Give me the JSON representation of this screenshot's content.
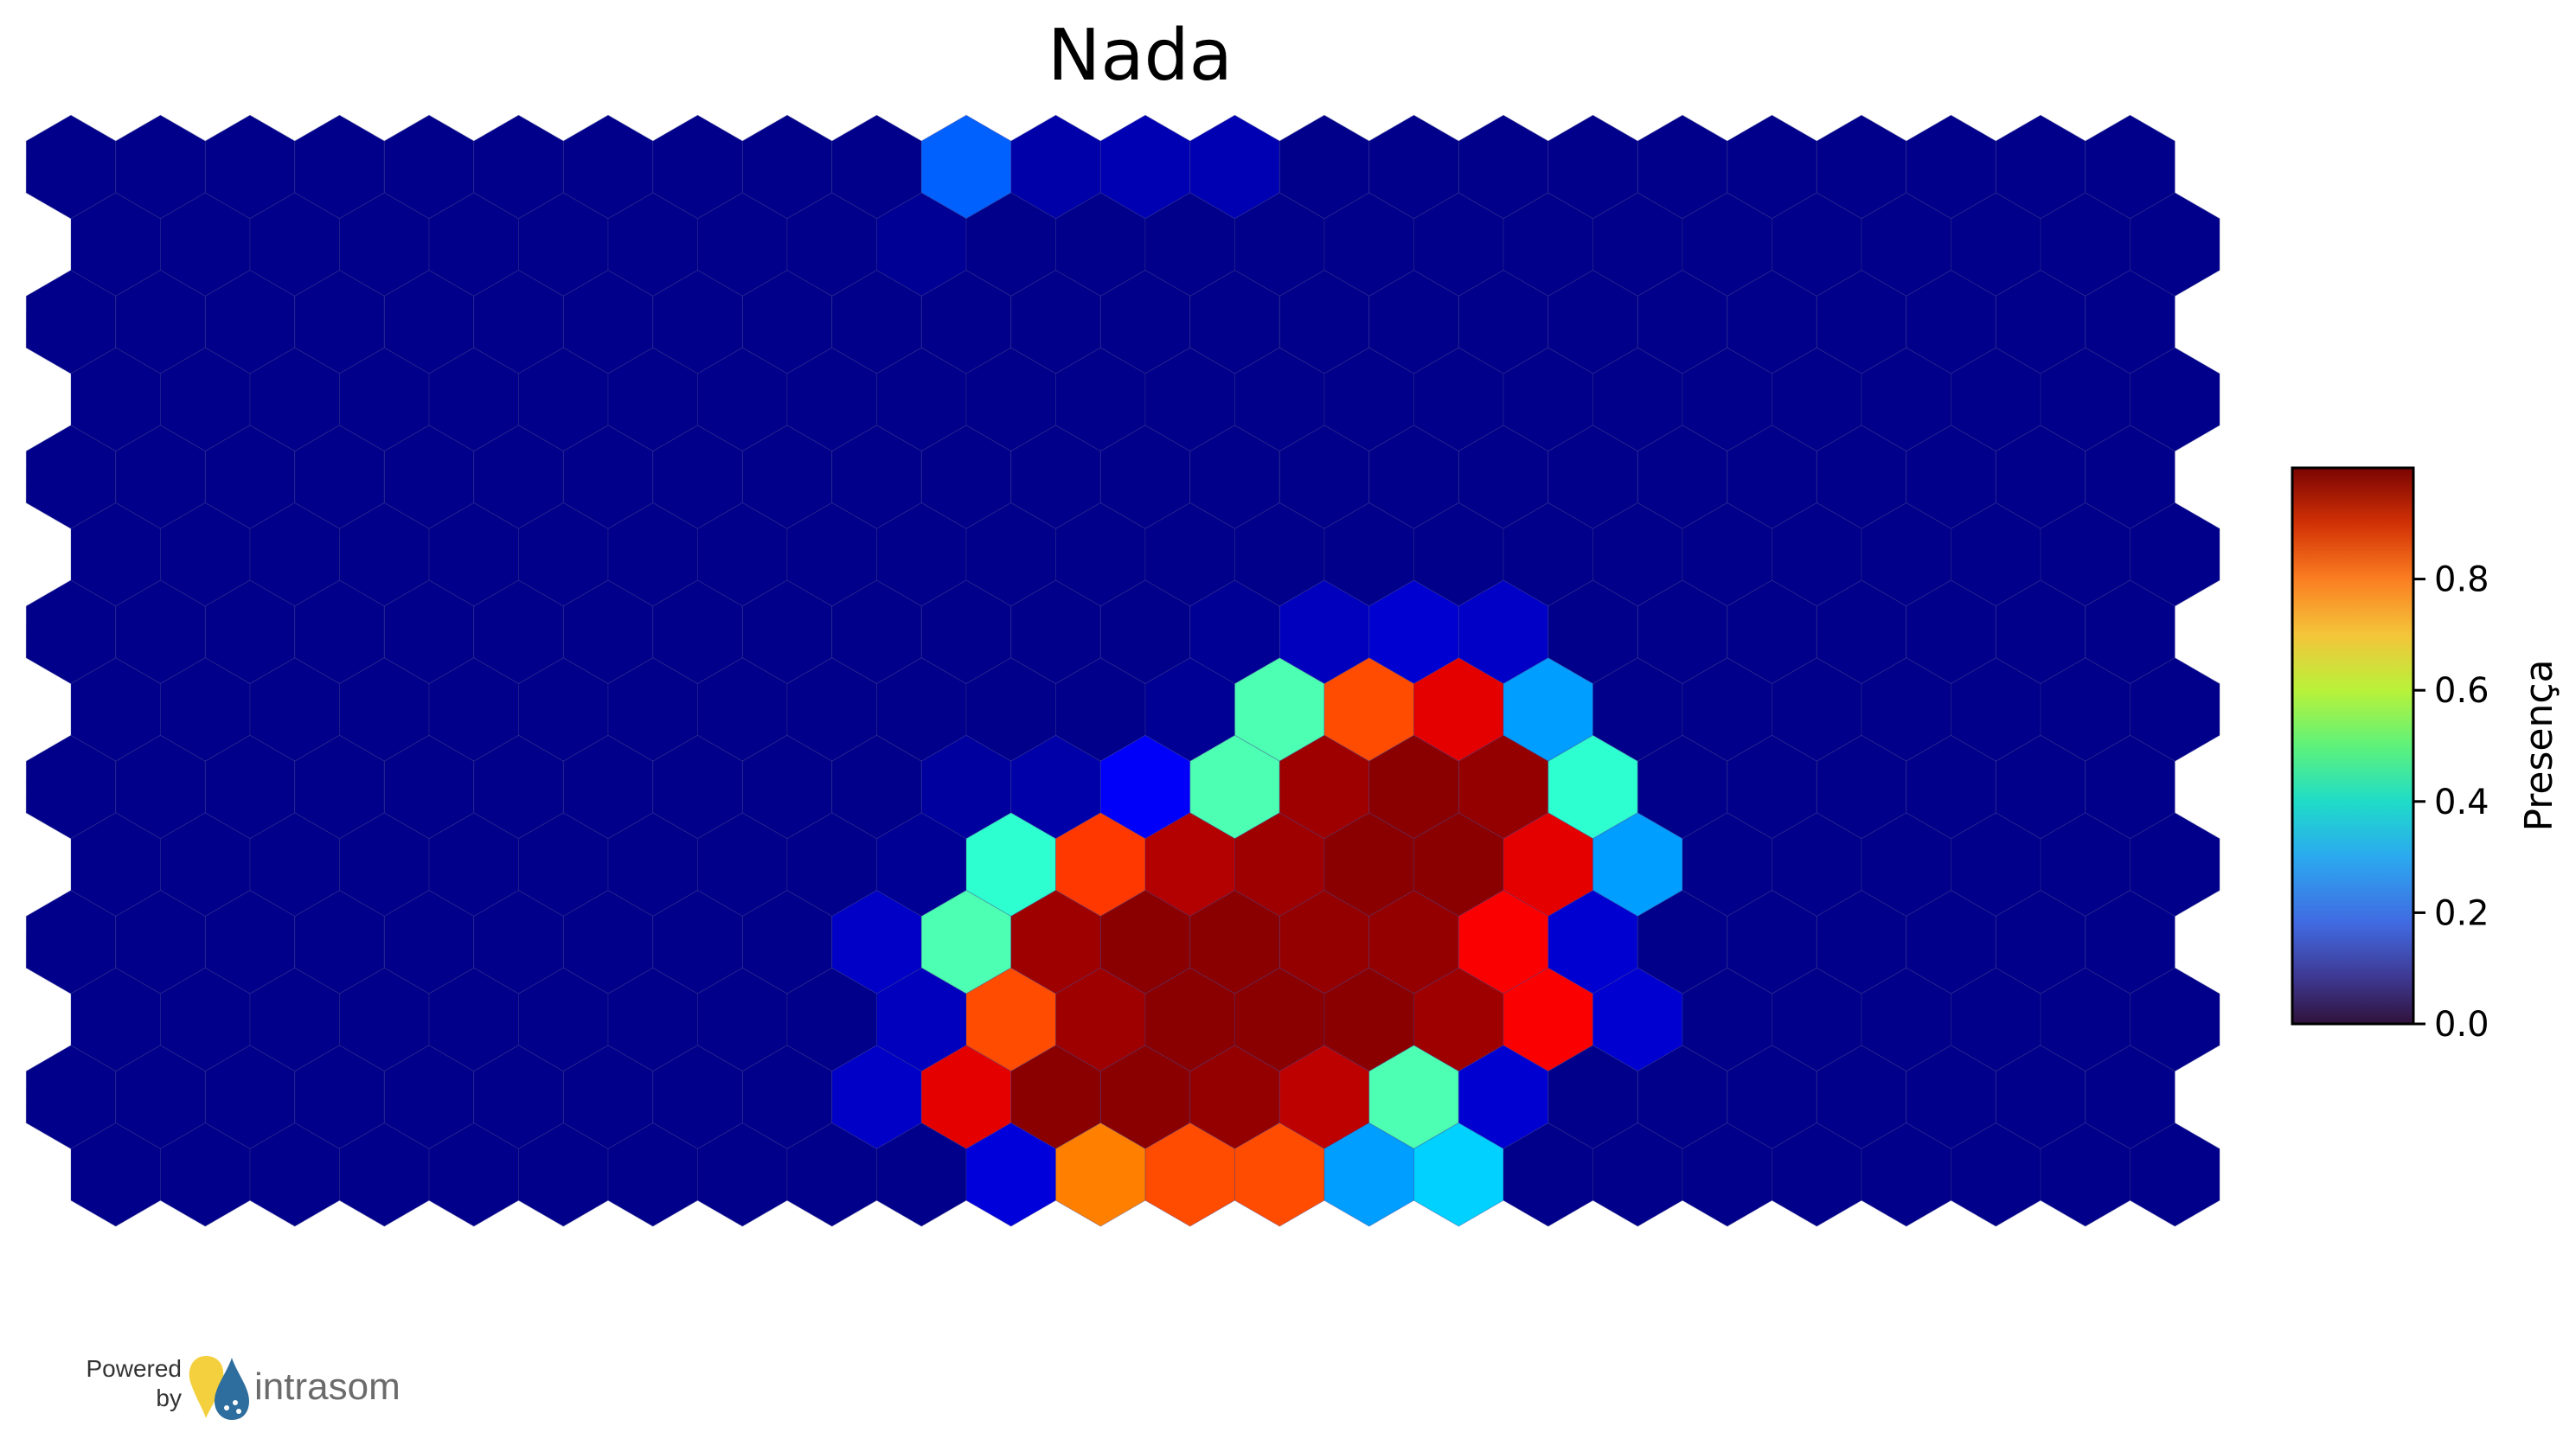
{
  "chart_data": {
    "type": "heatmap",
    "subtype": "hexagonal-som",
    "title": "Nada",
    "rows": 14,
    "cols": 24,
    "colormap": "jet",
    "clim": [
      0,
      1
    ],
    "colorbar": {
      "label": "Presença",
      "ticks": [
        "0.0",
        "0.2",
        "0.4",
        "0.6",
        "0.8"
      ],
      "tick_values": [
        0,
        0.2,
        0.4,
        0.6,
        0.8
      ],
      "position": "right"
    },
    "values": [
      [
        0.01,
        0.01,
        0.01,
        0.01,
        0.01,
        0.01,
        0.01,
        0.01,
        0.01,
        0.01,
        0.22,
        0.04,
        0.05,
        0.05,
        0.01,
        0.01,
        0.01,
        0.01,
        0.01,
        0.01,
        0.01,
        0.01,
        0.01,
        0.01
      ],
      [
        0.01,
        0.01,
        0.01,
        0.01,
        0.01,
        0.01,
        0.01,
        0.01,
        0.01,
        0.02,
        0.01,
        0.01,
        0.01,
        0.01,
        0.01,
        0.01,
        0.01,
        0.01,
        0.01,
        0.01,
        0.01,
        0.01,
        0.01,
        0.01
      ],
      [
        0.01,
        0.01,
        0.01,
        0.01,
        0.01,
        0.01,
        0.01,
        0.01,
        0.01,
        0.01,
        0.01,
        0.01,
        0.01,
        0.01,
        0.01,
        0.01,
        0.01,
        0.01,
        0.01,
        0.01,
        0.01,
        0.01,
        0.01,
        0.01
      ],
      [
        0.01,
        0.01,
        0.01,
        0.01,
        0.01,
        0.01,
        0.01,
        0.01,
        0.01,
        0.01,
        0.01,
        0.01,
        0.01,
        0.01,
        0.01,
        0.01,
        0.01,
        0.01,
        0.01,
        0.01,
        0.01,
        0.01,
        0.01,
        0.01
      ],
      [
        0.01,
        0.01,
        0.01,
        0.01,
        0.01,
        0.01,
        0.01,
        0.01,
        0.01,
        0.01,
        0.01,
        0.01,
        0.01,
        0.01,
        0.01,
        0.01,
        0.01,
        0.01,
        0.01,
        0.01,
        0.01,
        0.01,
        0.01,
        0.01
      ],
      [
        0.01,
        0.01,
        0.01,
        0.01,
        0.01,
        0.01,
        0.01,
        0.01,
        0.01,
        0.01,
        0.01,
        0.01,
        0.01,
        0.01,
        0.01,
        0.01,
        0.01,
        0.01,
        0.01,
        0.01,
        0.01,
        0.01,
        0.01,
        0.01
      ],
      [
        0.01,
        0.01,
        0.01,
        0.01,
        0.01,
        0.01,
        0.01,
        0.01,
        0.01,
        0.01,
        0.01,
        0.01,
        0.01,
        0.02,
        0.06,
        0.08,
        0.07,
        0.01,
        0.01,
        0.01,
        0.01,
        0.01,
        0.01,
        0.01
      ],
      [
        0.01,
        0.01,
        0.01,
        0.01,
        0.01,
        0.01,
        0.01,
        0.01,
        0.01,
        0.01,
        0.01,
        0.01,
        0.02,
        0.45,
        0.8,
        0.9,
        0.28,
        0.01,
        0.01,
        0.01,
        0.01,
        0.01,
        0.01,
        0.01
      ],
      [
        0.01,
        0.01,
        0.01,
        0.01,
        0.01,
        0.01,
        0.01,
        0.01,
        0.01,
        0.01,
        0.03,
        0.04,
        0.12,
        0.45,
        0.97,
        0.99,
        0.98,
        0.42,
        0.01,
        0.01,
        0.01,
        0.01,
        0.01,
        0.01
      ],
      [
        0.01,
        0.01,
        0.01,
        0.01,
        0.01,
        0.01,
        0.01,
        0.01,
        0.01,
        0.02,
        0.42,
        0.82,
        0.95,
        0.97,
        0.99,
        0.99,
        0.9,
        0.28,
        0.01,
        0.01,
        0.01,
        0.01,
        0.01,
        0.01
      ],
      [
        0.01,
        0.01,
        0.01,
        0.01,
        0.01,
        0.01,
        0.01,
        0.01,
        0.01,
        0.07,
        0.45,
        0.97,
        0.99,
        0.99,
        0.98,
        0.98,
        0.88,
        0.08,
        0.01,
        0.01,
        0.01,
        0.01,
        0.01,
        0.01
      ],
      [
        0.01,
        0.01,
        0.01,
        0.01,
        0.01,
        0.01,
        0.01,
        0.01,
        0.01,
        0.06,
        0.8,
        0.97,
        0.99,
        0.99,
        0.99,
        0.97,
        0.88,
        0.08,
        0.01,
        0.01,
        0.01,
        0.01,
        0.01,
        0.01
      ],
      [
        0.01,
        0.01,
        0.01,
        0.01,
        0.01,
        0.01,
        0.01,
        0.01,
        0.01,
        0.07,
        0.9,
        0.99,
        0.99,
        0.98,
        0.94,
        0.45,
        0.08,
        0.01,
        0.01,
        0.01,
        0.01,
        0.01,
        0.01,
        0.01
      ],
      [
        0.01,
        0.01,
        0.01,
        0.01,
        0.01,
        0.01,
        0.01,
        0.01,
        0.01,
        0.01,
        0.09,
        0.75,
        0.8,
        0.8,
        0.28,
        0.33,
        0.01,
        0.01,
        0.01,
        0.01,
        0.01,
        0.01,
        0.01,
        0.01
      ]
    ]
  },
  "footer": {
    "powered_line1": "Powered",
    "powered_line2": "by",
    "brand": "intrasom",
    "logo_colors": {
      "drop_yellow": "#f4d03f",
      "drop_blue": "#2e6e9e"
    }
  }
}
